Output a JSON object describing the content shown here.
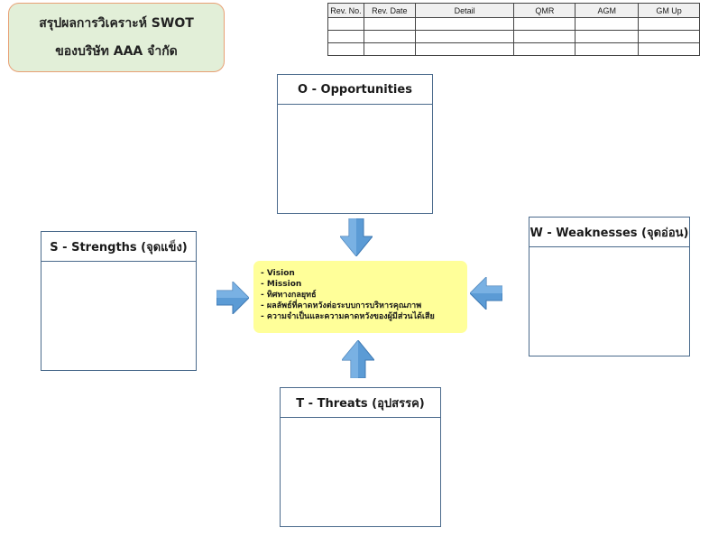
{
  "title": {
    "line1": "สรุปผลการวิเคราะห์ SWOT",
    "line2": "ของบริษัท AAA จำกัด"
  },
  "revision_table": {
    "headers": [
      "Rev. No.",
      "Rev. Date",
      "Detail",
      "QMR",
      "AGM",
      "GM Up"
    ],
    "rows": [
      [
        "",
        "",
        "",
        "",
        "",
        ""
      ],
      [
        "",
        "",
        "",
        "",
        "",
        ""
      ],
      [
        "",
        "",
        "",
        "",
        "",
        ""
      ]
    ]
  },
  "boxes": {
    "opportunities": "O - Opportunities",
    "strengths": "S - Strengths (จุดแข็ง)",
    "weaknesses": "W - Weaknesses (จุดอ่อน)",
    "threats": "T - Threats (อุปสรรค)"
  },
  "center": {
    "items": [
      "- Vision",
      "- Mission",
      "- ทิศทางกลยุทธ์",
      "- ผลลัพธ์ที่คาดหวังต่อระบบการบริหารคุณภาพ",
      "- ความจำเป็นและความคาดหวังของผู้มีส่วนได้เสีย"
    ]
  },
  "arrow_color": "#5b9bd5"
}
